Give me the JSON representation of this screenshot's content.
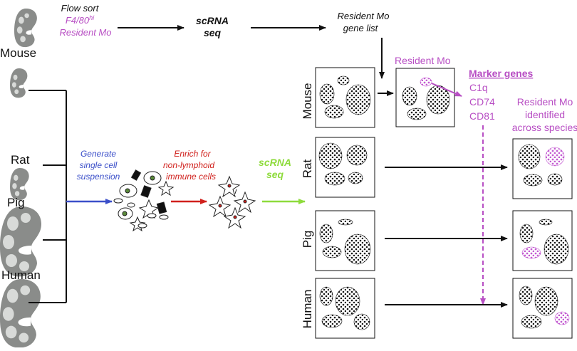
{
  "species": {
    "mouse": "Mouse",
    "rat": "Rat",
    "pig": "Pig",
    "human": "Human"
  },
  "top_row": {
    "flow_sort_line1": "Flow sort",
    "flow_sort_marker": "F4/80",
    "flow_sort_marker_sup": "hi",
    "flow_sort_line3": "Resident Mo",
    "scrna_line1": "scRNA",
    "scrna_line2": "seq",
    "gene_list_line1": "Resident Mo",
    "gene_list_line2": "gene list"
  },
  "workflow": {
    "generate_line1": "Generate",
    "generate_line2": "single cell",
    "generate_line3": "suspension",
    "enrich_line1": "Enrich for",
    "enrich_line2": "non-lymphoid",
    "enrich_line3": "immune cells",
    "scrna_line1": "scRNA",
    "scrna_line2": "seq"
  },
  "panel_labels": {
    "mouse": "Mouse",
    "rat": "Rat",
    "pig": "Pig",
    "human": "Human"
  },
  "resident_label": "Resident Mo",
  "marker_genes": {
    "title": "Marker genes",
    "genes": [
      "C1q",
      "CD74",
      "CD81"
    ]
  },
  "identified": {
    "line1": "Resident Mo",
    "line2": "identified",
    "line3": "across species"
  },
  "colors": {
    "purple": "#b84fc4",
    "blue": "#3b4fc9",
    "red": "#d0201c",
    "green": "#8edb3c",
    "kidney_fill": "#8a8c8a",
    "kidney_light": "#d8dad8"
  }
}
